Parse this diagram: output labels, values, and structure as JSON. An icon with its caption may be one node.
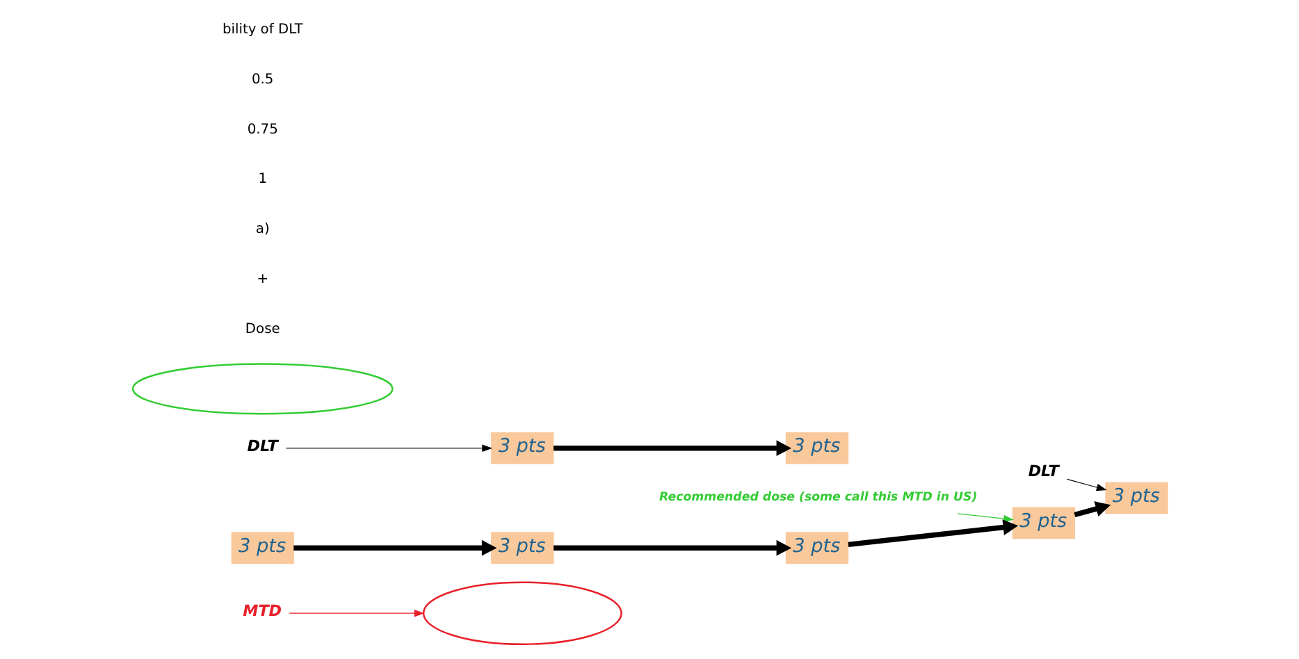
{
  "diagram": {
    "nodes": [
      {
        "text": [
          "MTD"
        ]
      },
      {
        "text": [],
        "shape": "ellipse"
      },
      {
        "text": [
          "DLT"
        ]
      },
      {
        "text": [
          "3 pts"
        ]
      },
      {
        "text": [
          "3 pts"
        ]
      },
      {
        "text": [
          "DLT"
        ]
      },
      {
        "text": [
          "Recommended dose (some call this MTD in US)"
        ]
      },
      {
        "text": [],
        "shape": "ellipse"
      },
      {
        "text": [
          "3 pts"
        ]
      },
      {
        "text": [
          "3 pts"
        ]
      },
      {
        "text": [
          "3 pts"
        ]
      },
      {
        "text": [
          "3 pts"
        ]
      },
      {
        "text": [
          "3 pts"
        ]
      }
    ],
    "edges": [
      {
        "from": 0,
        "to": 1,
        "arrow": "to",
        "color": "#e8202a"
      },
      {
        "from": 2,
        "to": 3,
        "arrow": "to"
      },
      {
        "from": 5,
        "to": 4,
        "arrow": "to"
      },
      {
        "from": 6,
        "to": 8,
        "arrow": "to",
        "color": "#33cc33"
      },
      {
        "from": 12,
        "to": 11,
        "arrow": "to"
      },
      {
        "from": 11,
        "to": 10,
        "arrow": "to"
      },
      {
        "from": 10,
        "to": 8,
        "arrow": "to"
      },
      {
        "from": 8,
        "to": 3,
        "arrow": "to"
      },
      {
        "from": 4,
        "to": 9,
        "arrow": "to"
      }
    ],
    "labels": [
      "Dose",
      "+",
      "a)",
      "1",
      "0.75",
      "0.5",
      "bility of DLT"
    ]
  }
}
